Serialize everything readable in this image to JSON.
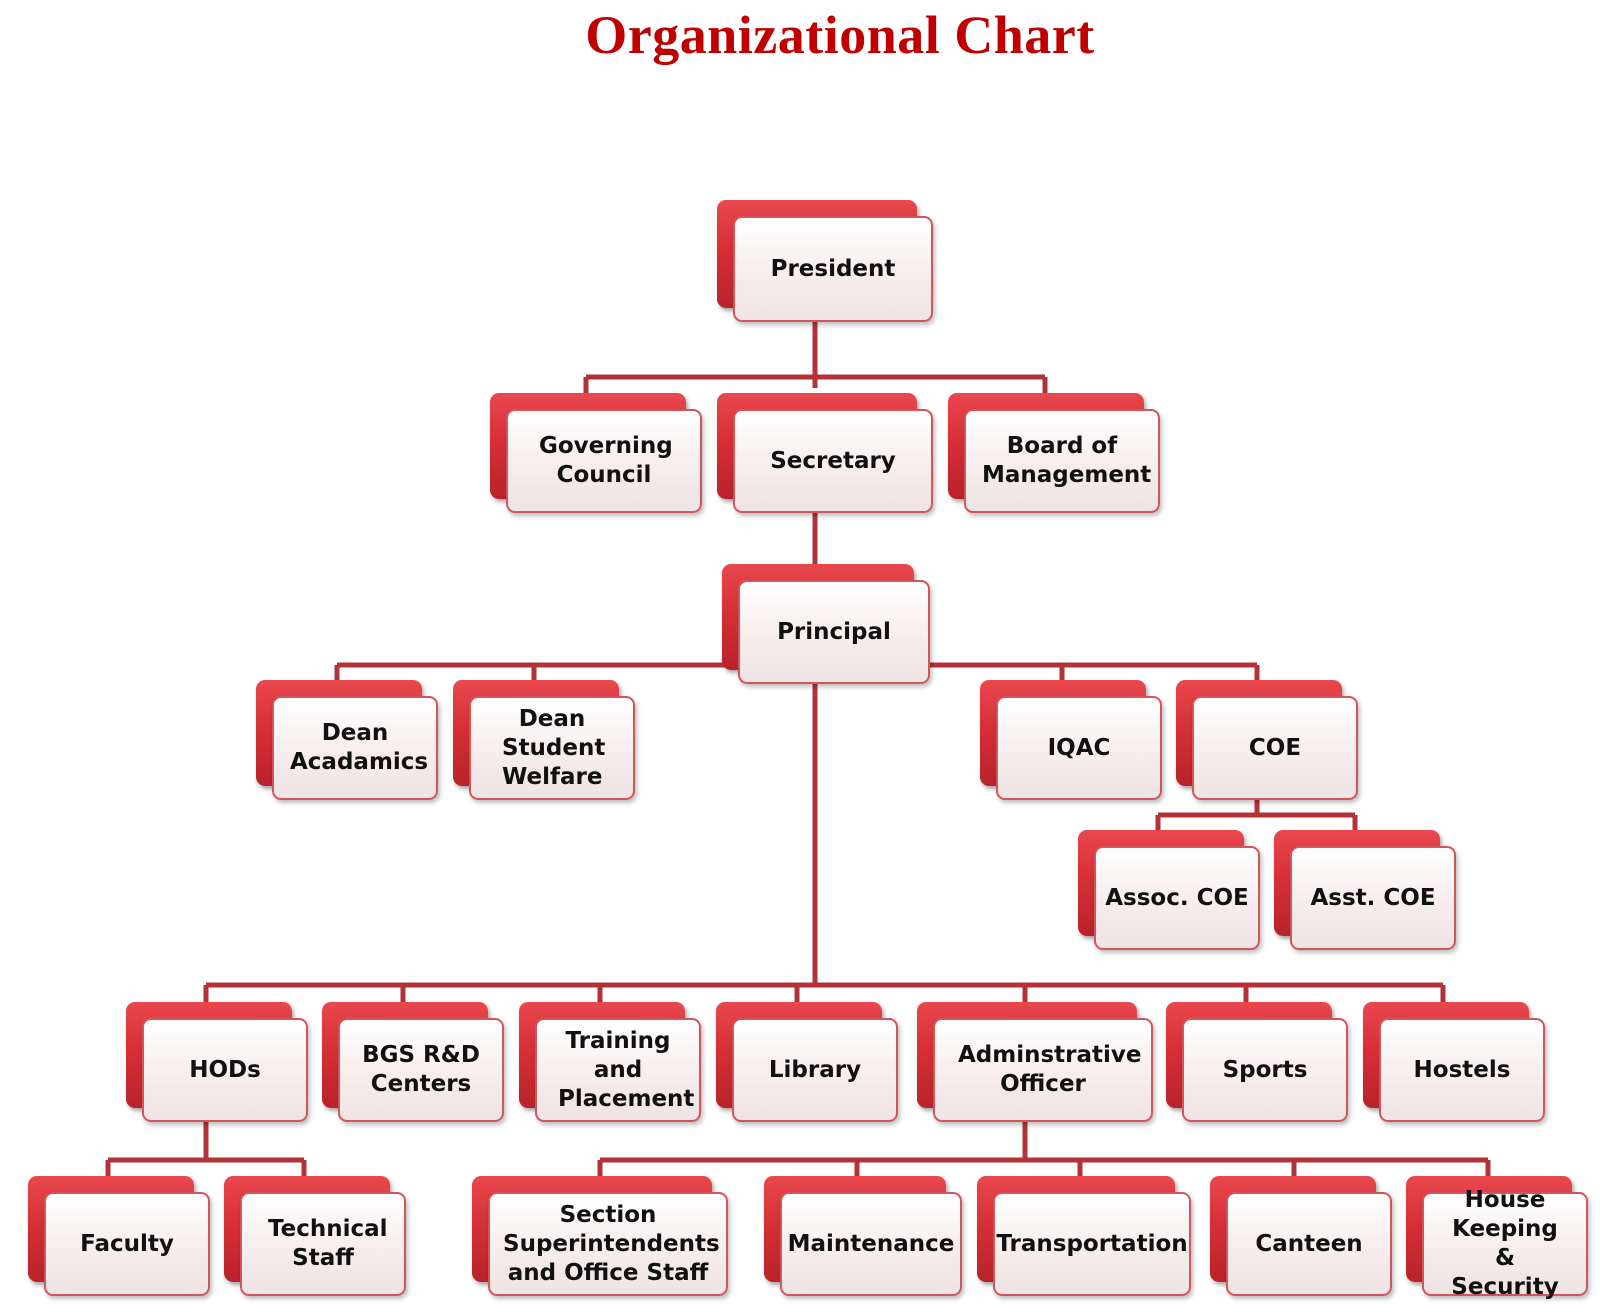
{
  "title": "Organizational Chart",
  "colors": {
    "title": "#c00000",
    "box_back": "#d72f36",
    "box_front": "#f7eded",
    "connector": "#b33238"
  },
  "nodes": {
    "president": "President",
    "governing_council": "Governing Council",
    "secretary": "Secretary",
    "board_of_management": "Board of Management",
    "principal": "Principal",
    "dean_academics": "Dean Acadamics",
    "dean_student_welfare": "Dean Student Welfare",
    "iqac": "IQAC",
    "coe": "COE",
    "assoc_coe": "Assoc. COE",
    "asst_coe": "Asst. COE",
    "hods": "HODs",
    "bgs_rd_centers": "BGS R&D Centers",
    "training_placement": "Training and Placement",
    "library": "Library",
    "administrative_officer": "Adminstrative Officer",
    "sports": "Sports",
    "hostels": "Hostels",
    "faculty": "Faculty",
    "technical_staff": "Technical Staff",
    "section_superintendents": "Section Superintendents and Office Staff",
    "maintenance": "Maintenance",
    "transportation": "Transportation",
    "canteen": "Canteen",
    "house_keeping_security": "House Keeping & Security"
  }
}
